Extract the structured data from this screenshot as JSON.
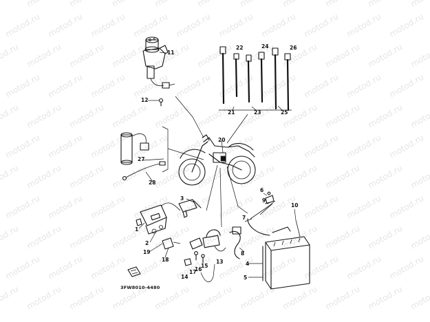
{
  "diagram": {
    "drawing_code": "3FW8010-4480",
    "watermark_text": "motod.ru",
    "callouts": [
      {
        "id": "c1",
        "label": "1"
      },
      {
        "id": "c2",
        "label": "2"
      },
      {
        "id": "c3",
        "label": "3"
      },
      {
        "id": "c4",
        "label": "4"
      },
      {
        "id": "c5",
        "label": "5"
      },
      {
        "id": "c6",
        "label": "6"
      },
      {
        "id": "c7",
        "label": "7"
      },
      {
        "id": "c8",
        "label": "8"
      },
      {
        "id": "c9",
        "label": "9"
      },
      {
        "id": "c10",
        "label": "10"
      },
      {
        "id": "c11",
        "label": "11"
      },
      {
        "id": "c12",
        "label": "12"
      },
      {
        "id": "c13",
        "label": "13"
      },
      {
        "id": "c14",
        "label": "14"
      },
      {
        "id": "c15",
        "label": "15"
      },
      {
        "id": "c16",
        "label": "16"
      },
      {
        "id": "c17",
        "label": "17"
      },
      {
        "id": "c18",
        "label": "18"
      },
      {
        "id": "c19",
        "label": "19"
      },
      {
        "id": "c20",
        "label": "20"
      },
      {
        "id": "c21",
        "label": "21"
      },
      {
        "id": "c22",
        "label": "22"
      },
      {
        "id": "c23",
        "label": "23"
      },
      {
        "id": "c24",
        "label": "24"
      },
      {
        "id": "c25",
        "label": "25"
      },
      {
        "id": "c26",
        "label": "26"
      },
      {
        "id": "c27",
        "label": "27"
      },
      {
        "id": "c28",
        "label": "28"
      }
    ]
  }
}
